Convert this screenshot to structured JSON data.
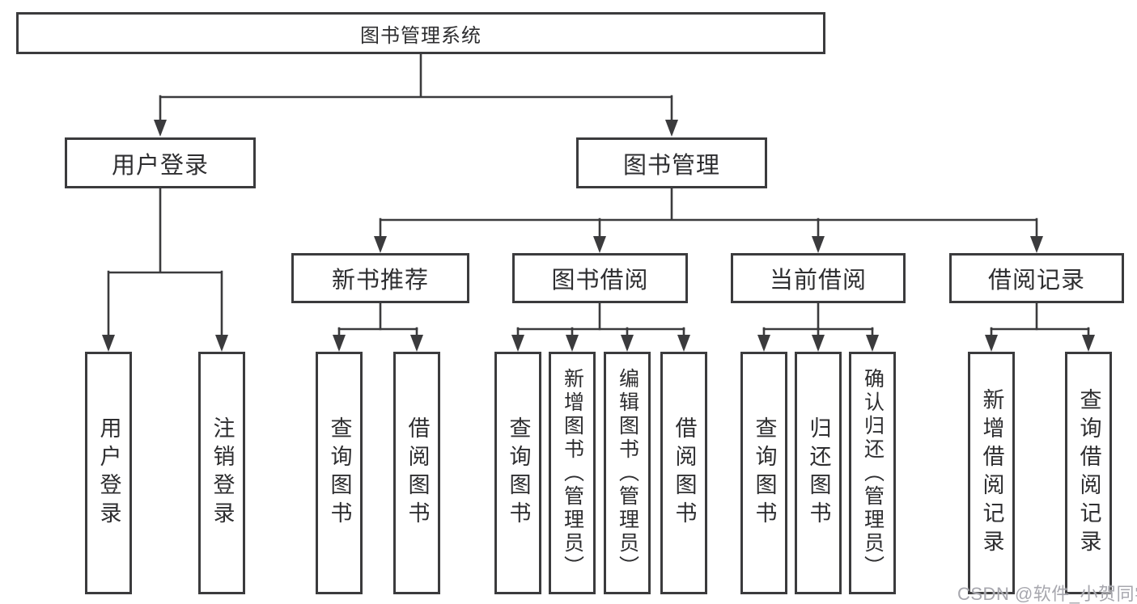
{
  "diagram": {
    "root": {
      "label": "图书管理系统"
    },
    "branches": [
      {
        "label": "用户登录",
        "children": [
          "用户登录",
          "注销登录"
        ]
      },
      {
        "label": "图书管理",
        "sections": [
          {
            "label": "新书推荐",
            "children": [
              "查询图书",
              "借阅图书"
            ]
          },
          {
            "label": "图书借阅",
            "children": [
              "查询图书",
              "新增图书（管理员）",
              "编辑图书（管理员）",
              "借阅图书"
            ]
          },
          {
            "label": "当前借阅",
            "children": [
              "查询图书",
              "归还图书",
              "确认归还（管理员）"
            ]
          },
          {
            "label": "借阅记录",
            "children": [
              "新增借阅记录",
              "查询借阅记录"
            ]
          }
        ]
      }
    ]
  },
  "watermark": "CSDN @软件_小贺同学",
  "colors": {
    "line": "#3b3b3d",
    "text": "#2e2e30",
    "watermark": "#a7a7ae",
    "background": "#ffffff"
  }
}
